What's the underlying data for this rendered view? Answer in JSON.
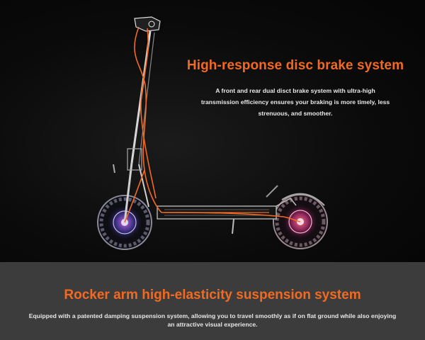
{
  "hero": {
    "heading": "High-response disc brake system",
    "description": "A front and rear dual disct brake system with ultra-high transmission efficiency ensures your braking is more timely, less strenuous, and smoother."
  },
  "suspension": {
    "heading": "Rocker arm high-elasticity suspension system",
    "description": "Equipped with a patented damping suspension system, allowing you to travel smoothly as if on flat ground while also enjoying an attractive visual experience."
  },
  "colors": {
    "accent": "#f26a21",
    "hero_background": "#0b0b0b",
    "info_background": "#3c3c3c",
    "wheel_glow_front": "#6f6cff",
    "wheel_glow_rear": "#ff4fa8"
  }
}
